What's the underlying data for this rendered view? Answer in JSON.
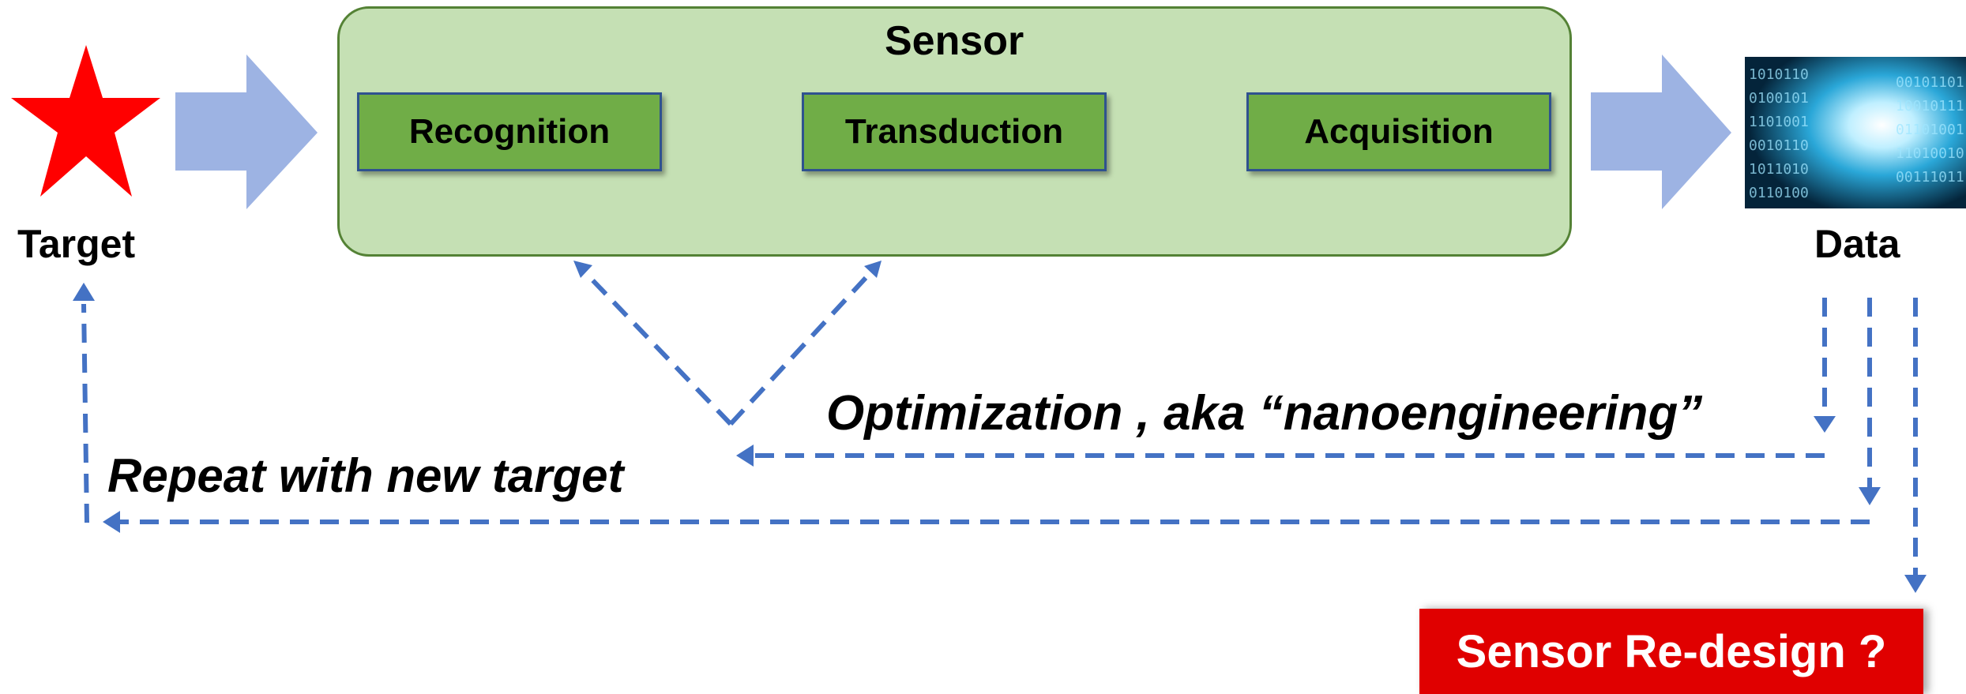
{
  "diagram": {
    "sensor_title": "Sensor",
    "steps": [
      "Recognition",
      "Transduction",
      "Acquisition"
    ],
    "target_label": "Target",
    "data_label": "Data",
    "optimization_label": "Optimization , aka “nanoengineering”",
    "repeat_label": "Repeat with new target",
    "redesign_label": "Sensor Re-design ?",
    "colors": {
      "star": "#ff0000",
      "big_arrow": "#9db3e3",
      "sensor_fill": "#c5e0b4",
      "sensor_border": "#548235",
      "step_fill": "#70ad47",
      "step_border": "#2f528f",
      "dashed": "#4472c4",
      "redesign_fill": "#e00000"
    },
    "icons": {
      "target": "star-icon",
      "data": "binary-data-tunnel-image"
    }
  }
}
